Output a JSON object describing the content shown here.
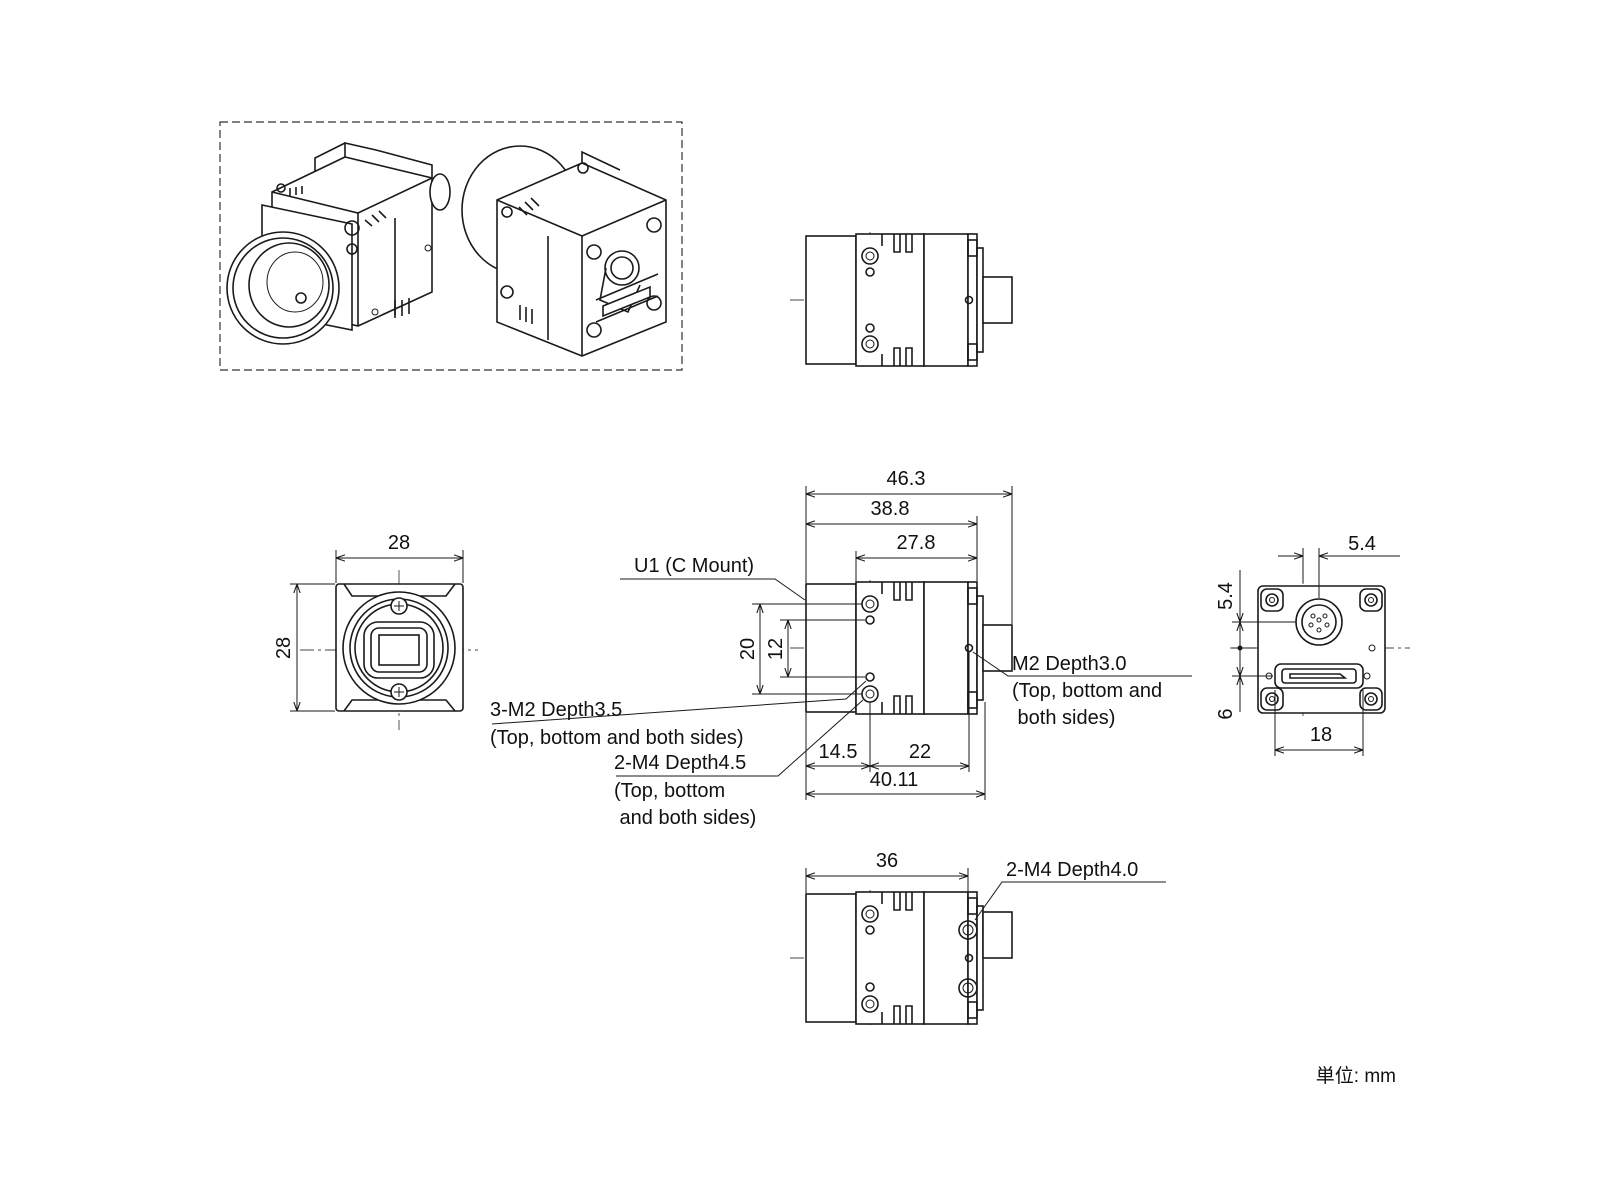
{
  "dimensions": {
    "front_width": "28",
    "front_height": "28",
    "side_overall": "46.3",
    "side_body_connector": "38.8",
    "side_rear_body": "27.8",
    "side_outer_holes": "20",
    "side_inner_holes": "12",
    "side_hole_offset": "14.5",
    "side_hole_pitch": "22",
    "side_bottom_total": "40.11",
    "rear_top_offset": "5.4",
    "rear_side_top": "5.4",
    "rear_side_bottom": "6",
    "rear_bottom_width": "18",
    "bottom_view_length": "36"
  },
  "annotations": {
    "mount": "U1 (C Mount)",
    "m2_front_1": "3-M2 Depth3.5",
    "m2_front_2": "(Top, bottom and both sides)",
    "m4_1": "2-M4 Depth4.5",
    "m4_2": "(Top, bottom",
    "m4_3": " and both sides)",
    "m2_rear_1": "M2 Depth3.0",
    "m2_rear_2": "(Top, bottom and",
    "m2_rear_3": " both sides)",
    "m4_bottom": "2-M4 Depth4.0"
  },
  "unit_label": "単位: mm"
}
